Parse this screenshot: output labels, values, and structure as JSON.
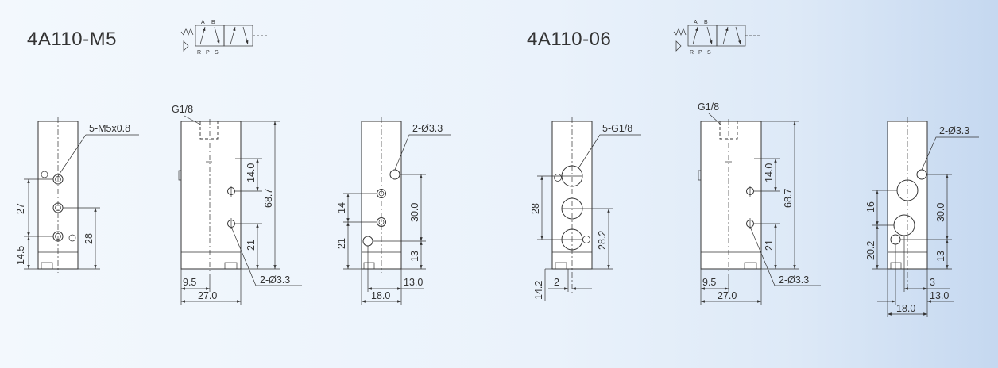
{
  "models": [
    {
      "title": "4A110-M5",
      "symbol_ports": {
        "a": "A",
        "b": "B",
        "r": "R",
        "p": "P",
        "s": "S"
      },
      "view1": {
        "thread": "5-M5x0.8",
        "d_top": "27",
        "d_bottom": "14.5",
        "d_right": "28"
      },
      "view2": {
        "thread": "G1/8",
        "d_upper": "14.0",
        "d_total": "68.7",
        "d_lower": "21",
        "d_left": "9.5",
        "d_width": "27.0",
        "holes": "2-Ø3.3"
      },
      "view3": {
        "holes": "2-Ø3.3",
        "d_mid": "14",
        "d_low": "21",
        "d_pitch": "30.0",
        "d_base": "13",
        "d_width": "18.0",
        "d_right": "13.0"
      }
    },
    {
      "title": "4A110-06",
      "symbol_ports": {
        "a": "A",
        "b": "B",
        "r": "R",
        "p": "P",
        "s": "S"
      },
      "view1": {
        "thread": "5-G1/8",
        "d_top": "28",
        "d_right": "28.2",
        "d_bottom": "14.2",
        "d_offset": "2"
      },
      "view2": {
        "thread": "G1/8",
        "d_upper": "14.0",
        "d_total": "68.7",
        "d_lower": "21",
        "d_left": "9.5",
        "d_width": "27.0",
        "holes": "2-Ø3.3"
      },
      "view3": {
        "holes": "2-Ø3.3",
        "d_mid": "16",
        "d_low": "20.2",
        "d_pitch": "30.0",
        "d_base": "13",
        "d_offset": "3",
        "d_right": "13.0",
        "d_width": "18.0"
      }
    }
  ]
}
